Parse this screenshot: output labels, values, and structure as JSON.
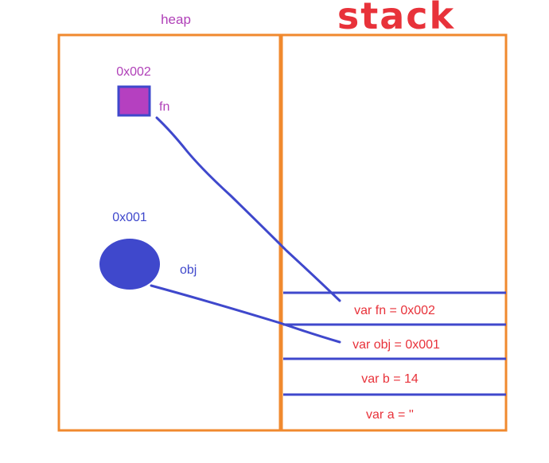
{
  "colors": {
    "frame": "#F0892E",
    "heap_title": "#B040B8",
    "stack_title": "#E8323A",
    "fn_fill": "#B540C0",
    "fn_border": "#3F48CC",
    "fn_text": "#B040B8",
    "obj_fill": "#3F48CC",
    "obj_text": "#3F48CC",
    "line": "#3F48CC",
    "var_text": "#E8323A"
  },
  "heap": {
    "title": "heap",
    "fn": {
      "address": "0x002",
      "label": "fn"
    },
    "obj": {
      "address": "0x001",
      "label": "obj"
    }
  },
  "stack": {
    "title": "stack",
    "entries": [
      "var fn = 0x002",
      "var obj = 0x001",
      "var b = 14",
      "var a = ''"
    ]
  }
}
